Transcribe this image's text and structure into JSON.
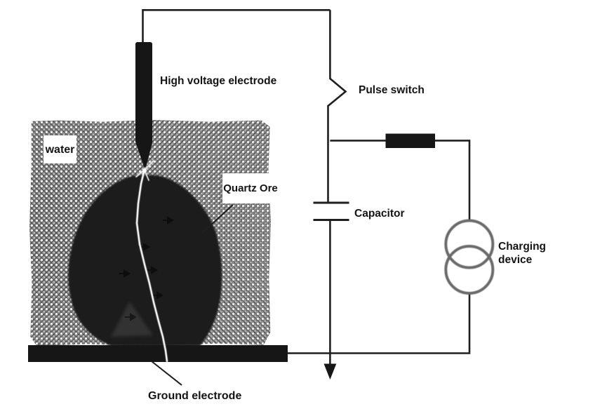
{
  "diagram": {
    "labels": {
      "water": "water",
      "high_voltage_electrode": "High voltage electrode",
      "quartz_ore": "Quartz Ore",
      "pulse_switch": "Pulse switch",
      "capacitor": "Capacitor",
      "charging_device": "Charging device",
      "ground_electrode": "Ground electrode"
    },
    "colors": {
      "background": "#ffffff",
      "wire": "#1f1f1f",
      "component_fill": "#161616",
      "charging_circle_stroke": "#6a6a6a",
      "water_base": "#8d8d8d",
      "ore_fill": "#1d1d1d",
      "crack": "#ffffff",
      "label_text": "#141414"
    }
  }
}
